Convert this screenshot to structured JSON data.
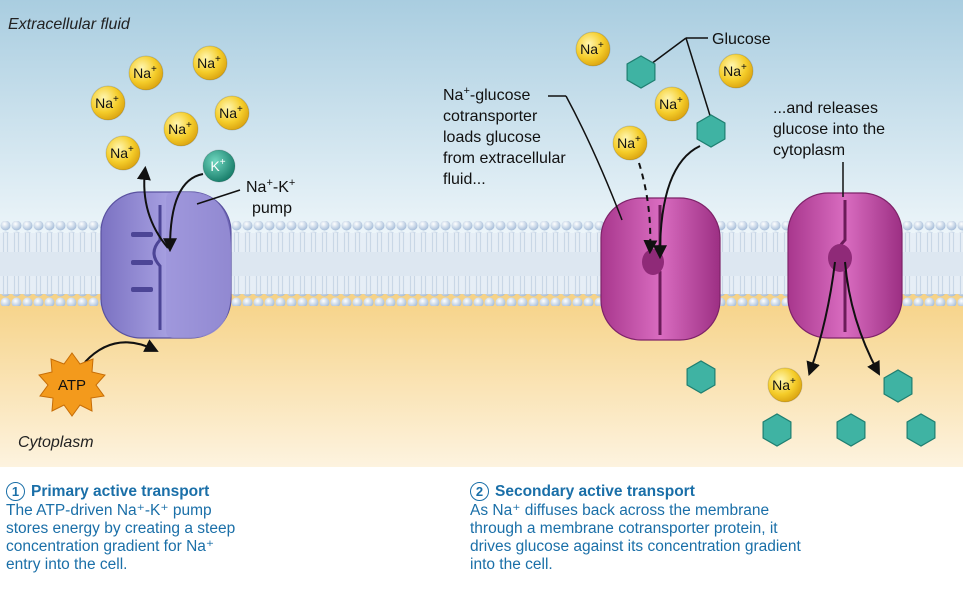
{
  "regions": {
    "extracellular": "Extracellular fluid",
    "cytoplasm": "Cytoplasm"
  },
  "ions": {
    "na": "Na",
    "k": "K",
    "plus": "+",
    "atp": "ATP"
  },
  "labels": {
    "pump_line1_a": "Na",
    "pump_line1_b": "-K",
    "pump_line2": "pump",
    "glucose": "Glucose",
    "cotransporter_line1_b": "-glucose",
    "cotransporter_line2": "cotransporter",
    "cotransporter_line3": "loads glucose",
    "cotransporter_line4": "from extracellular",
    "cotransporter_line5": "fluid...",
    "release_line1": "...and releases",
    "release_line2": "glucose into the",
    "release_line3": "cytoplasm"
  },
  "captions": {
    "primary": {
      "number": "1",
      "title": "Primary active transport",
      "lines": [
        "The ATP-driven Na⁺-K⁺ pump",
        "stores energy by creating a steep",
        "concentration gradient for Na⁺",
        "entry into the cell."
      ]
    },
    "secondary": {
      "number": "2",
      "title": "Secondary active transport",
      "lines": [
        "As Na⁺ diffuses back across the membrane",
        "through a membrane cotransporter protein, it",
        "drives glucose against its concentration gradient",
        "into the cell."
      ]
    }
  },
  "colors": {
    "sodium": "#f2c21a",
    "potassium": "#1e9c85",
    "glucose": "#3fb3a3",
    "pump": "#8f86cf",
    "cotransporter": "#c04aa6",
    "atp": "#f39a1c",
    "caption": "#1a6fa8"
  }
}
